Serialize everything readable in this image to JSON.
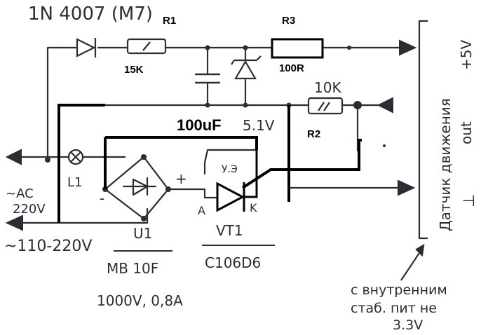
{
  "labels": {
    "d1_part": "1N 4007 (M7)",
    "r1": "R1",
    "r1_value": "15K",
    "r3": "R3",
    "r3_value": "100R",
    "r2_value": "10K",
    "r2": "R2",
    "capacitor": "100uF",
    "zener": "5.1V",
    "lamp": "L1",
    "ac_a": "~AC",
    "ac_b": "220V",
    "mains_range": "~110-220V",
    "bridge_plus": "+",
    "bridge_minus": "-",
    "anode": "A",
    "cathode": "K",
    "gate": "У.Э",
    "bridge_ref": "U1",
    "bridge_part": "MB 10F",
    "bridge_rating": "1000V, 0,8A",
    "thyristor_ref": "VT1",
    "thyristor_part": "C106D6",
    "sensor_name": "Датчик движения",
    "sensor_out": "out",
    "sensor_vcc": "+5V",
    "sensor_gnd": "⊥",
    "note_l1": "с внутренним",
    "note_l2": "стаб. пит не",
    "note_l3": "3.3V"
  },
  "colors": {
    "pencil": "#2a2d33",
    "marker": "#000000",
    "paper": "#ffffff"
  }
}
